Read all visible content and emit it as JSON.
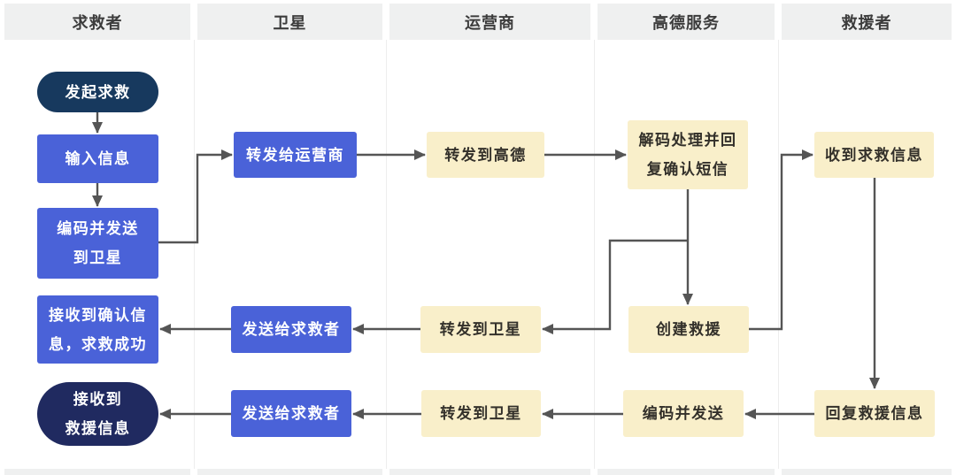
{
  "diagram": {
    "title_implicit": "卫星求救流程泳道图",
    "lanes": [
      {
        "label": "求救者"
      },
      {
        "label": "卫星"
      },
      {
        "label": "运营商"
      },
      {
        "label": "高德服务"
      },
      {
        "label": "救援者"
      }
    ],
    "nodes": {
      "initiate": {
        "label": "发起求救",
        "lane": "求救者",
        "shape": "terminal"
      },
      "input_info": {
        "label": "输入信息",
        "lane": "求救者",
        "shape": "process"
      },
      "encode_to_satellite": {
        "line1": "编码并发送",
        "line2": "到卫星",
        "lane": "求救者",
        "shape": "process"
      },
      "receive_confirm": {
        "line1": "接收到确认信",
        "line2": "息，求救成功",
        "lane": "求救者",
        "shape": "process"
      },
      "receive_rescue": {
        "line1": "接收到",
        "line2": "救援信息",
        "lane": "求救者",
        "shape": "terminal"
      },
      "forward_to_carrier": {
        "label": "转发给运营商",
        "lane": "卫星",
        "shape": "process"
      },
      "send_to_seeker_mid": {
        "label": "发送给求救者",
        "lane": "卫星",
        "shape": "process"
      },
      "send_to_seeker_bottom": {
        "label": "发送给求救者",
        "lane": "卫星",
        "shape": "process"
      },
      "forward_to_amap": {
        "label": "转发到高德",
        "lane": "运营商",
        "shape": "action"
      },
      "forward_to_sat_mid": {
        "label": "转发到卫星",
        "lane": "运营商",
        "shape": "action"
      },
      "forward_to_sat_bottom": {
        "label": "转发到卫星",
        "lane": "运营商",
        "shape": "action"
      },
      "decode_reply": {
        "line1": "解码处理并回",
        "line2": "复确认短信",
        "lane": "高德服务",
        "shape": "action"
      },
      "create_rescue": {
        "label": "创建救援",
        "lane": "高德服务",
        "shape": "action"
      },
      "encode_send": {
        "label": "编码并发送",
        "lane": "高德服务",
        "shape": "action"
      },
      "receive_sos_info": {
        "label": "收到求救信息",
        "lane": "救援者",
        "shape": "action"
      },
      "reply_rescue_info": {
        "label": "回复救援信息",
        "lane": "救援者",
        "shape": "action"
      }
    },
    "edges": [
      "发起求救 → 输入信息",
      "输入信息 → 编码并发送到卫星",
      "编码并发送到卫星 → 转发给运营商",
      "转发给运营商 → 转发到高德",
      "转发到高德 → 解码处理并回复确认短信",
      "解码处理并回复确认短信 → 创建救援",
      "解码处理并回复确认短信 → 转发到卫星(中)",
      "转发到卫星(中) → 发送给求救者(中)",
      "发送给求救者(中) → 接收到确认信息，求救成功",
      "创建救援 → 收到求救信息",
      "收到求救信息 → 回复救援信息",
      "回复救援信息 → 编码并发送",
      "编码并发送 → 转发到卫星(下)",
      "转发到卫星(下) → 发送给求救者(下)",
      "发送给求救者(下) → 接收到救援信息"
    ],
    "colors": {
      "header_bg": "#eff0f0",
      "header_text": "#3c3c3c",
      "blue_node": "#4a62d8",
      "blue_node_text": "#ffffff",
      "cream_node": "#f9efca",
      "cream_node_text": "#33302a",
      "terminal_top": "#17395e",
      "terminal_bottom": "#202a60",
      "connector": "#555555",
      "divider": "#ededed"
    }
  }
}
